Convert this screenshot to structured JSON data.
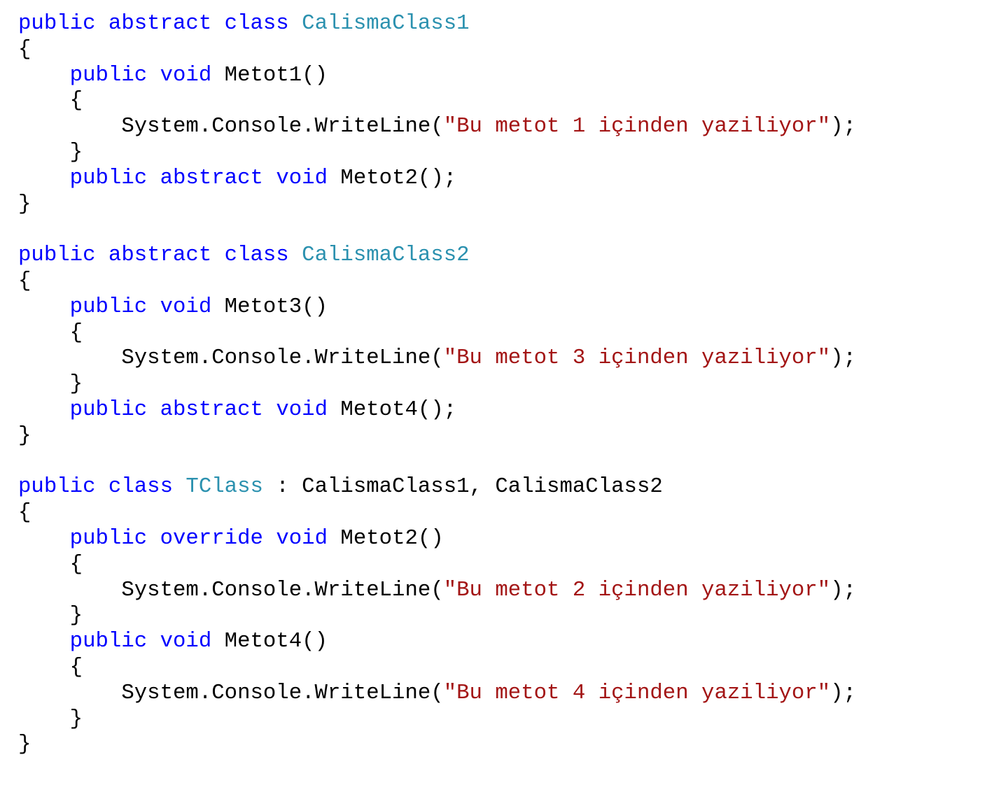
{
  "colors": {
    "keyword": "#0000ff",
    "type": "#2b91af",
    "string": "#a31515",
    "plain": "#000000"
  },
  "lines": [
    {
      "tokens": [
        {
          "k": "kw",
          "s": "public abstract class "
        },
        {
          "k": "type",
          "s": "CalismaClass1"
        }
      ]
    },
    {
      "tokens": [
        {
          "k": "plain",
          "s": "{"
        }
      ]
    },
    {
      "tokens": [
        {
          "k": "plain",
          "s": "    "
        },
        {
          "k": "kw",
          "s": "public void "
        },
        {
          "k": "plain",
          "s": "Metot1()"
        }
      ]
    },
    {
      "tokens": [
        {
          "k": "plain",
          "s": "    {"
        }
      ]
    },
    {
      "tokens": [
        {
          "k": "plain",
          "s": "        System.Console.WriteLine("
        },
        {
          "k": "str",
          "s": "\"Bu metot 1 içinden yaziliyor\""
        },
        {
          "k": "plain",
          "s": ");"
        }
      ]
    },
    {
      "tokens": [
        {
          "k": "plain",
          "s": "    }"
        }
      ]
    },
    {
      "tokens": [
        {
          "k": "plain",
          "s": "    "
        },
        {
          "k": "kw",
          "s": "public abstract void "
        },
        {
          "k": "plain",
          "s": "Metot2();"
        }
      ]
    },
    {
      "tokens": [
        {
          "k": "plain",
          "s": "}"
        }
      ]
    },
    {
      "tokens": []
    },
    {
      "tokens": [
        {
          "k": "kw",
          "s": "public abstract class "
        },
        {
          "k": "type",
          "s": "CalismaClass2"
        }
      ]
    },
    {
      "tokens": [
        {
          "k": "plain",
          "s": "{"
        }
      ]
    },
    {
      "tokens": [
        {
          "k": "plain",
          "s": "    "
        },
        {
          "k": "kw",
          "s": "public void "
        },
        {
          "k": "plain",
          "s": "Metot3()"
        }
      ]
    },
    {
      "tokens": [
        {
          "k": "plain",
          "s": "    {"
        }
      ]
    },
    {
      "tokens": [
        {
          "k": "plain",
          "s": "        System.Console.WriteLine("
        },
        {
          "k": "str",
          "s": "\"Bu metot 3 içinden yaziliyor\""
        },
        {
          "k": "plain",
          "s": ");"
        }
      ]
    },
    {
      "tokens": [
        {
          "k": "plain",
          "s": "    }"
        }
      ]
    },
    {
      "tokens": [
        {
          "k": "plain",
          "s": "    "
        },
        {
          "k": "kw",
          "s": "public abstract void "
        },
        {
          "k": "plain",
          "s": "Metot4();"
        }
      ]
    },
    {
      "tokens": [
        {
          "k": "plain",
          "s": "}"
        }
      ]
    },
    {
      "tokens": []
    },
    {
      "tokens": [
        {
          "k": "kw",
          "s": "public class "
        },
        {
          "k": "type",
          "s": "TClass"
        },
        {
          "k": "plain",
          "s": " : CalismaClass1, CalismaClass2"
        }
      ]
    },
    {
      "tokens": [
        {
          "k": "plain",
          "s": "{"
        }
      ]
    },
    {
      "tokens": [
        {
          "k": "plain",
          "s": "    "
        },
        {
          "k": "kw",
          "s": "public override void "
        },
        {
          "k": "plain",
          "s": "Metot2()"
        }
      ]
    },
    {
      "tokens": [
        {
          "k": "plain",
          "s": "    {"
        }
      ]
    },
    {
      "tokens": [
        {
          "k": "plain",
          "s": "        System.Console.WriteLine("
        },
        {
          "k": "str",
          "s": "\"Bu metot 2 içinden yaziliyor\""
        },
        {
          "k": "plain",
          "s": ");"
        }
      ]
    },
    {
      "tokens": [
        {
          "k": "plain",
          "s": "    }"
        }
      ]
    },
    {
      "tokens": [
        {
          "k": "plain",
          "s": "    "
        },
        {
          "k": "kw",
          "s": "public void "
        },
        {
          "k": "plain",
          "s": "Metot4()"
        }
      ]
    },
    {
      "tokens": [
        {
          "k": "plain",
          "s": "    {"
        }
      ]
    },
    {
      "tokens": [
        {
          "k": "plain",
          "s": "        System.Console.WriteLine("
        },
        {
          "k": "str",
          "s": "\"Bu metot 4 içinden yaziliyor\""
        },
        {
          "k": "plain",
          "s": ");"
        }
      ]
    },
    {
      "tokens": [
        {
          "k": "plain",
          "s": "    }"
        }
      ]
    },
    {
      "tokens": [
        {
          "k": "plain",
          "s": "}"
        }
      ]
    }
  ]
}
